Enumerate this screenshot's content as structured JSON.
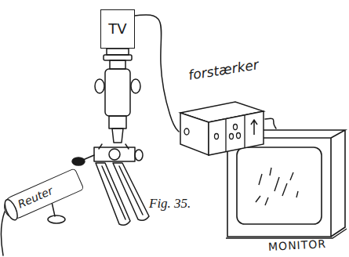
{
  "diagram": {
    "caption": "Fig. 35.",
    "nodes": [
      {
        "text": [
          "TV"
        ]
      },
      {
        "text": [
          "forstærker"
        ]
      },
      {
        "text": [
          "MONITOR"
        ]
      },
      {
        "text": [
          "Reuter"
        ]
      }
    ],
    "edges": [
      {
        "from": 0,
        "to": 1,
        "arrow": "none"
      },
      {
        "from": 1,
        "to": 2,
        "arrow": "none"
      }
    ]
  }
}
